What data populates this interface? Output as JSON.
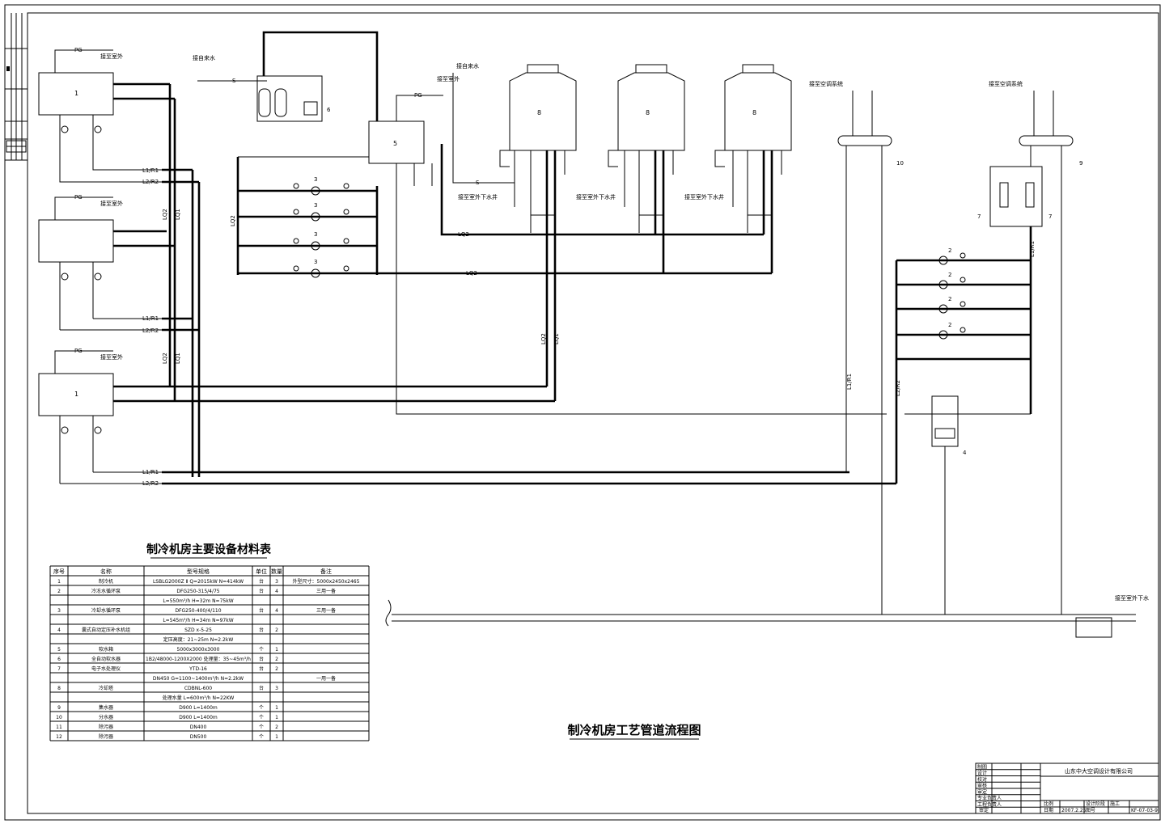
{
  "drawing": {
    "title": "制冷机房工艺管道流程图",
    "company": "山东中大空调设计有限公司"
  },
  "pipe_labels": {
    "l1r1": "L1/R1",
    "l2r2": "L2/R2",
    "lq1": "LQ1",
    "lq2": "LQ2",
    "pg": "PG",
    "s": "S"
  },
  "equipment_tags": {
    "chiller": "1",
    "pump": "2",
    "cooling_pump": "3",
    "pressure_unit": "4",
    "tank": "5",
    "softener": "6",
    "water_treat": "7",
    "tower": "8",
    "collector": "9",
    "divider": "10"
  },
  "notes": {
    "to_outdoor": "接至室外",
    "tap_water": "接自来水",
    "drain_tower": "接至室外下水井",
    "to_ac_system": "接至空调系统",
    "to_floor_drain": "接至室外下水",
    "sewer_label": "接至室外下水"
  },
  "equipment_table": {
    "title": "制冷机房主要设备材料表",
    "headers": [
      "序号",
      "名称",
      "型号规格",
      "单位",
      "数量",
      "备注"
    ],
    "rows": [
      [
        "1",
        "制冷机",
        "LSBLG2000Z Ⅱ  Q=2015kW  N=414kW",
        "台",
        "3",
        "外型尺寸：5000x2450x2465"
      ],
      [
        "2",
        "冷冻水循环泵",
        "DFG250-315/4/75",
        "台",
        "4",
        "三用一备"
      ],
      [
        "",
        "",
        "L=550m³/h  H=32m  N=75kW",
        "",
        "",
        ""
      ],
      [
        "3",
        "冷却水循环泵",
        "DFG250-400/4/110",
        "台",
        "4",
        "三用一备"
      ],
      [
        "",
        "",
        "L=545m³/h  H=34m  N=97kW",
        "",
        "",
        ""
      ],
      [
        "4",
        "囊式自动定压补水机组",
        "SZD x-5-25",
        "台",
        "2",
        ""
      ],
      [
        "",
        "",
        "定压高度：21~25m  N=2.2kW",
        "",
        "",
        ""
      ],
      [
        "5",
        "软水箱",
        "5000x3000x3000",
        "个",
        "1",
        ""
      ],
      [
        "6",
        "全自动软水器",
        "1B2/48000-1200X2000  处理量：35~45m³/h",
        "台",
        "2",
        ""
      ],
      [
        "7",
        "电子水处理仪",
        "YTD-16",
        "台",
        "2",
        ""
      ],
      [
        "",
        "",
        "DN450  G=1100~1400m³/h  N=2.2kW",
        "",
        "",
        "一用一备"
      ],
      [
        "8",
        "冷却塔",
        "CDBNL-600",
        "台",
        "3",
        ""
      ],
      [
        "",
        "",
        "处理水量 L=600m³/h  N=22KW",
        "",
        "",
        ""
      ],
      [
        "9",
        "集水器",
        "D900  L=1400m",
        "个",
        "1",
        ""
      ],
      [
        "10",
        "分水器",
        "D900  L=1400m",
        "个",
        "1",
        ""
      ],
      [
        "11",
        "除污器",
        "DN400",
        "个",
        "2",
        ""
      ],
      [
        "12",
        "除污器",
        "DN500",
        "个",
        "1",
        ""
      ]
    ]
  },
  "title_block": {
    "roles": [
      "制图",
      "设计",
      "校对",
      "审核",
      "审定",
      "专业负责人",
      "工程负责人"
    ],
    "date_label": "日期",
    "date": "2007.2.25",
    "scale_label": "比例",
    "stage_label": "设计阶段",
    "stage": "施工",
    "sheet_label": "图号",
    "sheet": "KF-07-03-9",
    "review_label": "审定"
  }
}
